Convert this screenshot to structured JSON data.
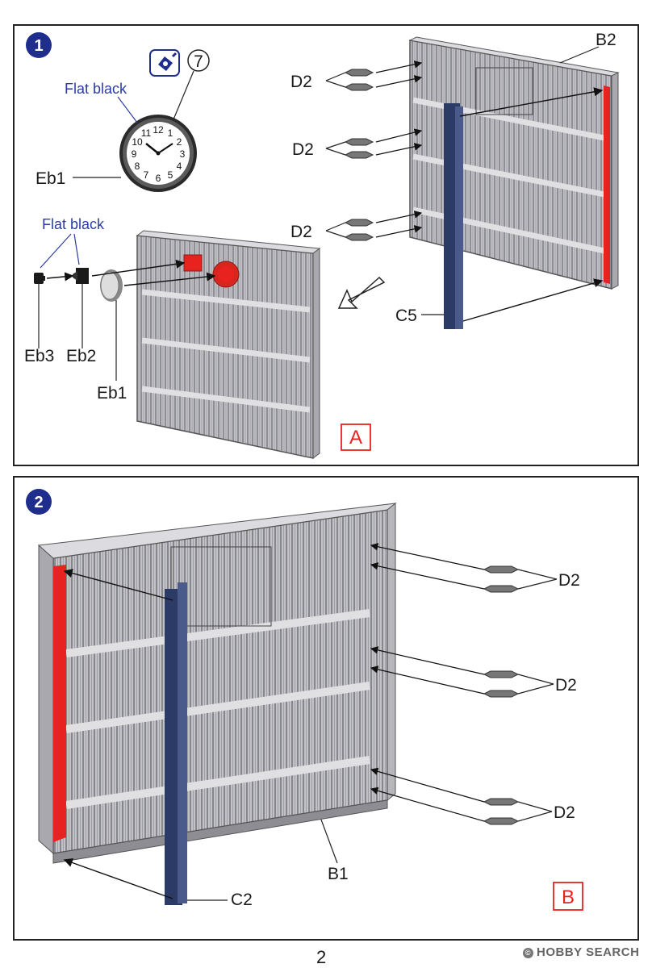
{
  "steps": [
    {
      "number": "1",
      "box_label": "A",
      "clock": {
        "numbers": [
          "12",
          "1",
          "2",
          "3",
          "4",
          "5",
          "6",
          "7",
          "8",
          "9",
          "10",
          "11"
        ],
        "paint_ref": "7"
      },
      "labels": {
        "flat_black_clock": "Flat black",
        "eb1_clock": "Eb1",
        "flat_black_parts": "Flat black",
        "eb3": "Eb3",
        "eb2": "Eb2",
        "eb1": "Eb1",
        "b2": "B2",
        "d2_top": "D2",
        "d2_mid": "D2",
        "d2_bot": "D2",
        "c5": "C5"
      }
    },
    {
      "number": "2",
      "box_label": "B",
      "labels": {
        "d2_top": "D2",
        "d2_mid": "D2",
        "d2_bot": "D2",
        "b1": "B1",
        "c2": "C2"
      }
    }
  ],
  "page_number": "2",
  "watermark": "HOBBY SEARCH",
  "colors": {
    "accent_red": "#e8231f",
    "step_badge": "#1f2d8c",
    "post_navy": "#2c3a66",
    "panel_gray": "#c9c9cc",
    "label_blue": "#2b3da0"
  }
}
